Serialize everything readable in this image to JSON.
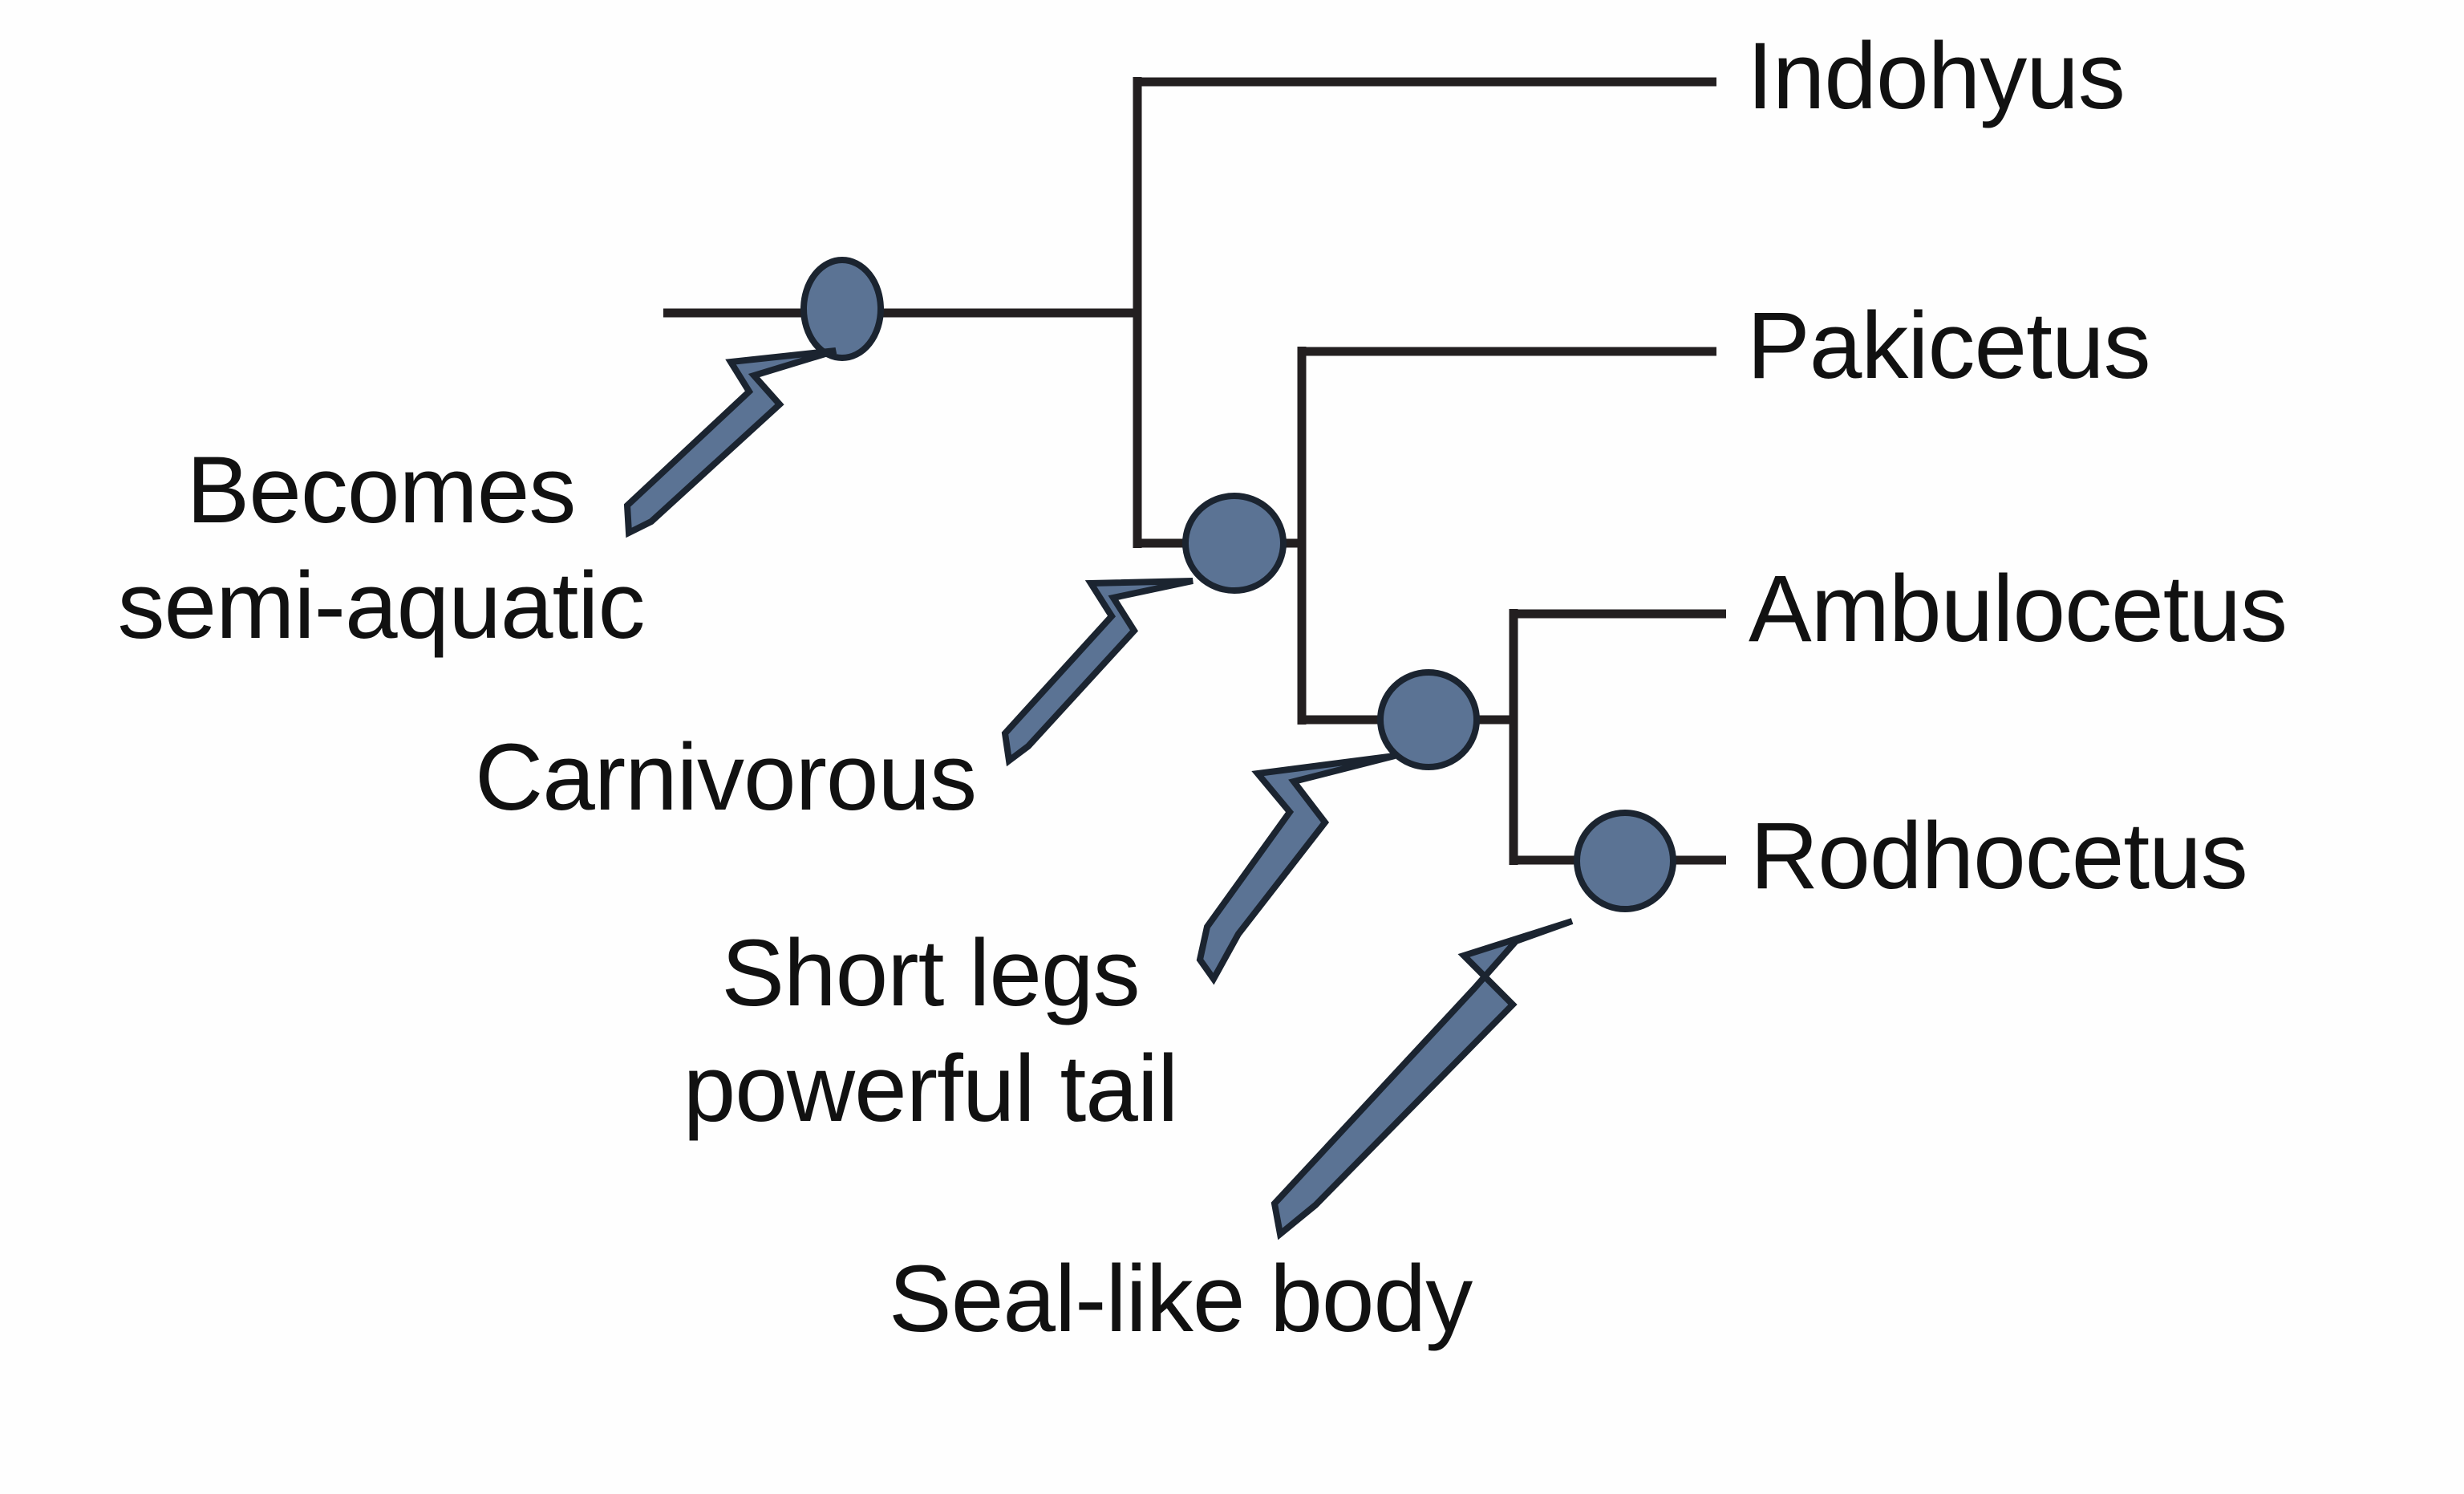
{
  "figure": {
    "kind": "cladogram",
    "subject": "whale-evolution-phylogeny",
    "colors": {
      "node_fill": "#5b7394",
      "node_stroke": "#1b2430",
      "arrow_fill": "#5b7394",
      "arrow_stroke": "#1b2430",
      "branch_line": "#231f20",
      "text": "#111111",
      "background": "#ffffff"
    }
  },
  "taxa": [
    {
      "id": "indohyus",
      "label": "Indohyus"
    },
    {
      "id": "pakicetus",
      "label": "Pakicetus"
    },
    {
      "id": "ambulocetus",
      "label": "Ambulocetus"
    },
    {
      "id": "rodhocetus",
      "label": "Rodhocetus"
    }
  ],
  "traits": [
    {
      "id": "semi-aquatic",
      "line1": "Becomes",
      "line2": "semi-aquatic"
    },
    {
      "id": "carnivorous",
      "line1": "Carnivorous",
      "line2": ""
    },
    {
      "id": "short-legs",
      "line1": "Short legs",
      "line2": "powerful tail"
    },
    {
      "id": "seal-like",
      "line1": "Seal-like body",
      "line2": ""
    }
  ],
  "nodes": [
    {
      "id": "node-semi-aquatic",
      "trait": "Becomes semi-aquatic"
    },
    {
      "id": "node-carnivorous",
      "trait": "Carnivorous"
    },
    {
      "id": "node-short-legs",
      "trait": "Short legs powerful tail"
    },
    {
      "id": "node-seal-like",
      "trait": "Seal-like body"
    }
  ],
  "chart_data": {
    "type": "diagram",
    "title": "",
    "tips": [
      "Indohyus",
      "Pakicetus",
      "Ambulocetus",
      "Rodhocetus"
    ],
    "internal_nodes": [
      {
        "name": "node-semi-aquatic",
        "annotation": "Becomes semi-aquatic",
        "children": [
          "Indohyus",
          "node-carnivorous"
        ]
      },
      {
        "name": "node-carnivorous",
        "annotation": "Carnivorous",
        "children": [
          "Pakicetus",
          "node-short-legs"
        ]
      },
      {
        "name": "node-short-legs",
        "annotation": "Short legs powerful tail",
        "children": [
          "Ambulocetus",
          "node-seal-like"
        ]
      },
      {
        "name": "node-seal-like",
        "annotation": "Seal-like body",
        "children": [
          "Rodhocetus"
        ]
      }
    ]
  }
}
